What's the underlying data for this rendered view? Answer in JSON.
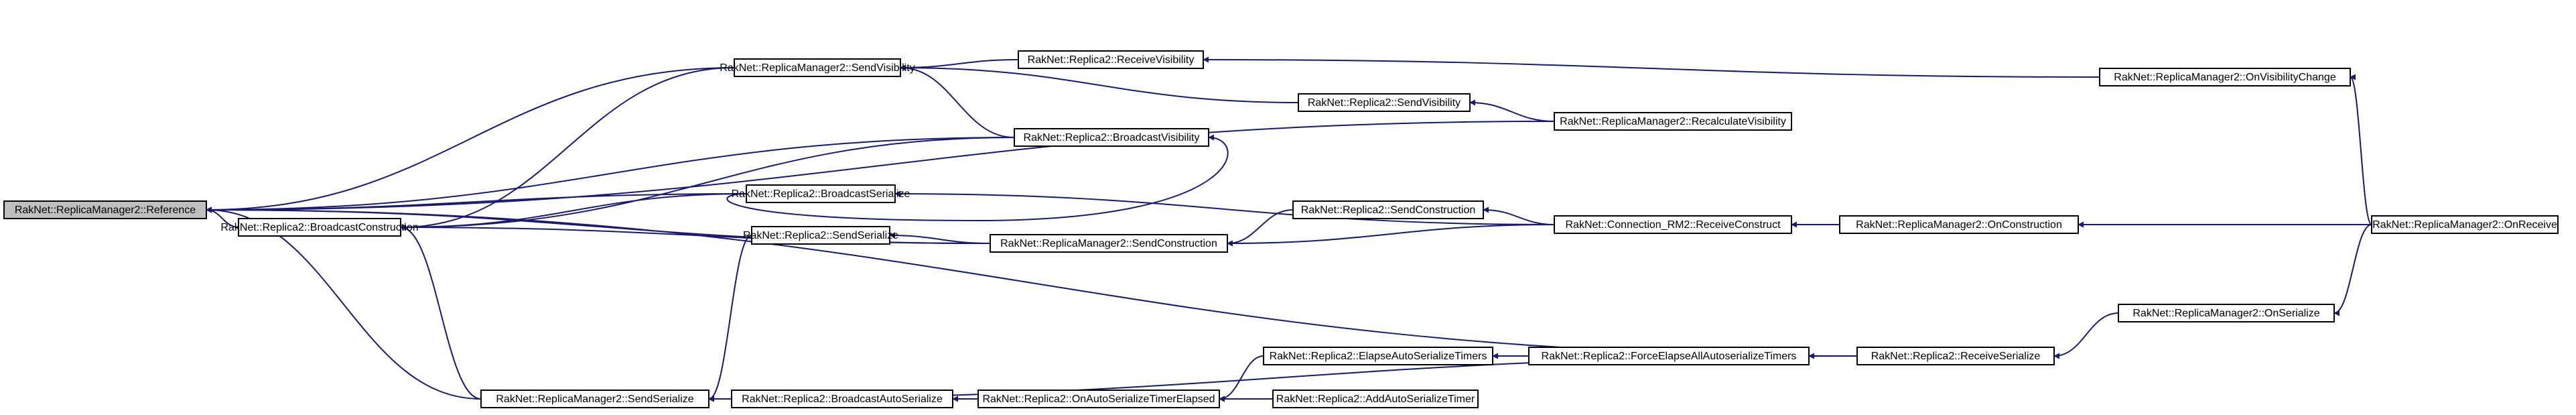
{
  "graph": {
    "nodes": [
      {
        "id": "n0",
        "label": "RakNet::ReplicaManager2::Reference",
        "root": true
      },
      {
        "id": "n1",
        "label": "RakNet::ReplicaManager2::SendVisibility"
      },
      {
        "id": "n2",
        "label": "RakNet::Replica2::BroadcastConstruction"
      },
      {
        "id": "n3",
        "label": "RakNet::Replica2::BroadcastVisibility"
      },
      {
        "id": "n4",
        "label": "RakNet::Replica2::BroadcastSerialize"
      },
      {
        "id": "n5",
        "label": "RakNet::Replica2::SendSerialize"
      },
      {
        "id": "n6",
        "label": "RakNet::ReplicaManager2::SendConstruction"
      },
      {
        "id": "n7",
        "label": "RakNet::ReplicaManager2::SendSerialize"
      },
      {
        "id": "n8",
        "label": "RakNet::Replica2::BroadcastAutoSerialize"
      },
      {
        "id": "n9",
        "label": "RakNet::Replica2::ReceiveVisibility"
      },
      {
        "id": "n10",
        "label": "RakNet::Replica2::SendVisibility"
      },
      {
        "id": "n11",
        "label": "RakNet::ReplicaManager2::RecalculateVisibility"
      },
      {
        "id": "n12",
        "label": "RakNet::Replica2::SendConstruction"
      },
      {
        "id": "n13",
        "label": "RakNet::Connection_RM2::ReceiveConstruct"
      },
      {
        "id": "n14",
        "label": "RakNet::Replica2::OnAutoSerializeTimerElapsed"
      },
      {
        "id": "n15",
        "label": "RakNet::Replica2::AddAutoSerializeTimer"
      },
      {
        "id": "n16",
        "label": "RakNet::Replica2::ElapseAutoSerializeTimers"
      },
      {
        "id": "n17",
        "label": "RakNet::Replica2::ForceElapseAllAutoserializeTimers"
      },
      {
        "id": "n18",
        "label": "RakNet::ReplicaManager2::OnVisibilityChange"
      },
      {
        "id": "n19",
        "label": "RakNet::ReplicaManager2::OnConstruction"
      },
      {
        "id": "n20",
        "label": "RakNet::Replica2::ReceiveSerialize"
      },
      {
        "id": "n21",
        "label": "RakNet::ReplicaManager2::OnSerialize"
      },
      {
        "id": "n22",
        "label": "RakNet::ReplicaManager2::OnReceive"
      }
    ],
    "edges": [
      {
        "from": "n1",
        "to": "n0"
      },
      {
        "from": "n2",
        "to": "n0"
      },
      {
        "from": "n3",
        "to": "n0"
      },
      {
        "from": "n4",
        "to": "n0"
      },
      {
        "from": "n7",
        "to": "n0"
      },
      {
        "from": "n11",
        "to": "n0"
      },
      {
        "from": "n6",
        "to": "n0"
      },
      {
        "from": "n20",
        "to": "n0"
      },
      {
        "from": "n3",
        "to": "n2"
      },
      {
        "from": "n4",
        "to": "n2"
      },
      {
        "from": "n1",
        "to": "n2"
      },
      {
        "from": "n7",
        "to": "n2"
      },
      {
        "from": "n6",
        "to": "n2"
      },
      {
        "from": "n9",
        "to": "n1"
      },
      {
        "from": "n10",
        "to": "n1"
      },
      {
        "from": "n3",
        "to": "n1"
      },
      {
        "from": "n4",
        "to": "n3"
      },
      {
        "from": "n13",
        "to": "n4"
      },
      {
        "from": "n6",
        "to": "n5"
      },
      {
        "from": "n5",
        "to": "n7"
      },
      {
        "from": "n8",
        "to": "n7"
      },
      {
        "from": "n20",
        "to": "n7"
      },
      {
        "from": "n18",
        "to": "n9"
      },
      {
        "from": "n11",
        "to": "n10"
      },
      {
        "from": "n12",
        "to": "n6"
      },
      {
        "from": "n13",
        "to": "n6"
      },
      {
        "from": "n14",
        "to": "n8"
      },
      {
        "from": "n13",
        "to": "n12"
      },
      {
        "from": "n15",
        "to": "n14"
      },
      {
        "from": "n16",
        "to": "n14"
      },
      {
        "from": "n17",
        "to": "n16"
      },
      {
        "from": "n20",
        "to": "n17"
      },
      {
        "from": "n19",
        "to": "n13"
      },
      {
        "from": "n22",
        "to": "n19"
      },
      {
        "from": "n22",
        "to": "n18"
      },
      {
        "from": "n21",
        "to": "n20"
      },
      {
        "from": "n22",
        "to": "n21"
      }
    ]
  },
  "colors": {
    "edge": "#191970",
    "node_border": "#000000",
    "node_fill": "#ffffff",
    "root_fill": "#bfbfbf"
  }
}
